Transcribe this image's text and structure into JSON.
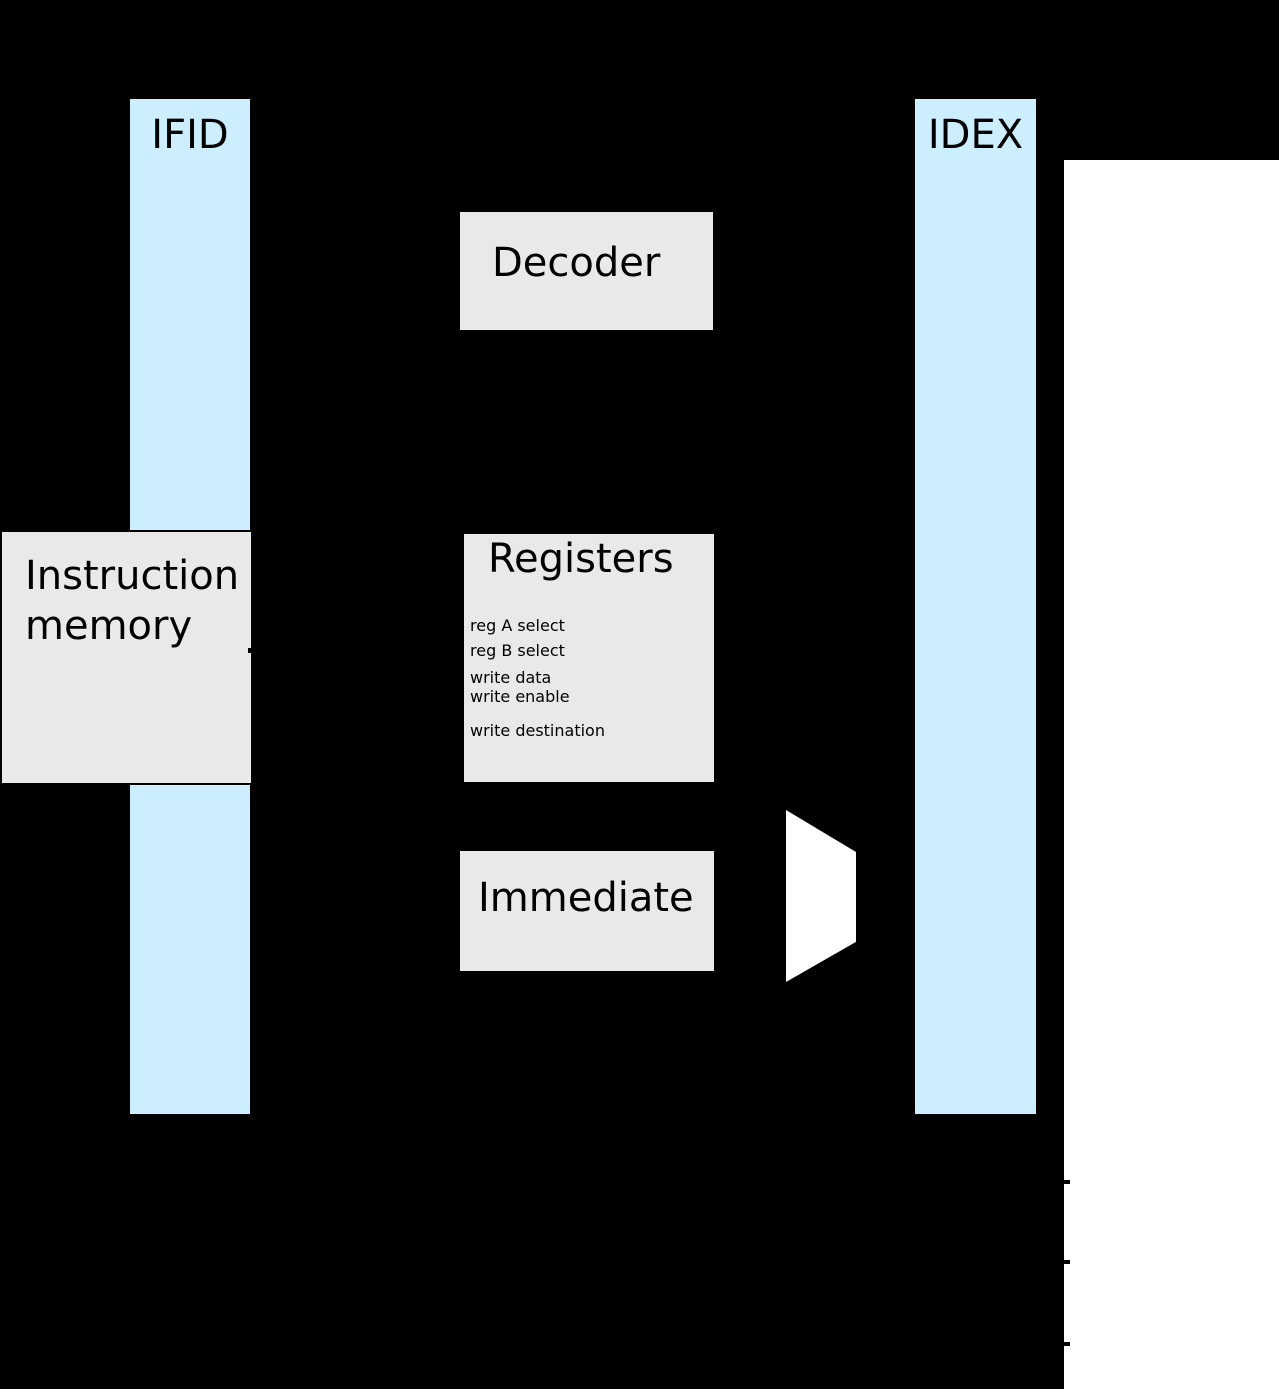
{
  "diagram": {
    "pipeline_registers": [
      {
        "label": "IFID"
      },
      {
        "label": "IDEX"
      }
    ],
    "blocks": {
      "instruction_memory": {
        "line1": "Instruction",
        "line2": "memory"
      },
      "decoder": {
        "label": "Decoder"
      },
      "registers": {
        "title": "Registers",
        "ports": [
          "reg A select",
          "reg B select",
          "write data",
          "write enable",
          "write destination"
        ]
      },
      "immediate": {
        "label": "Immediate"
      }
    },
    "colors": {
      "background": "#000000",
      "pipeline_register_fill": "#cceeff",
      "block_fill": "#e9e9e9",
      "mux_fill": "#ffffff",
      "panel_fill": "#ffffff",
      "text": "#000000"
    }
  }
}
